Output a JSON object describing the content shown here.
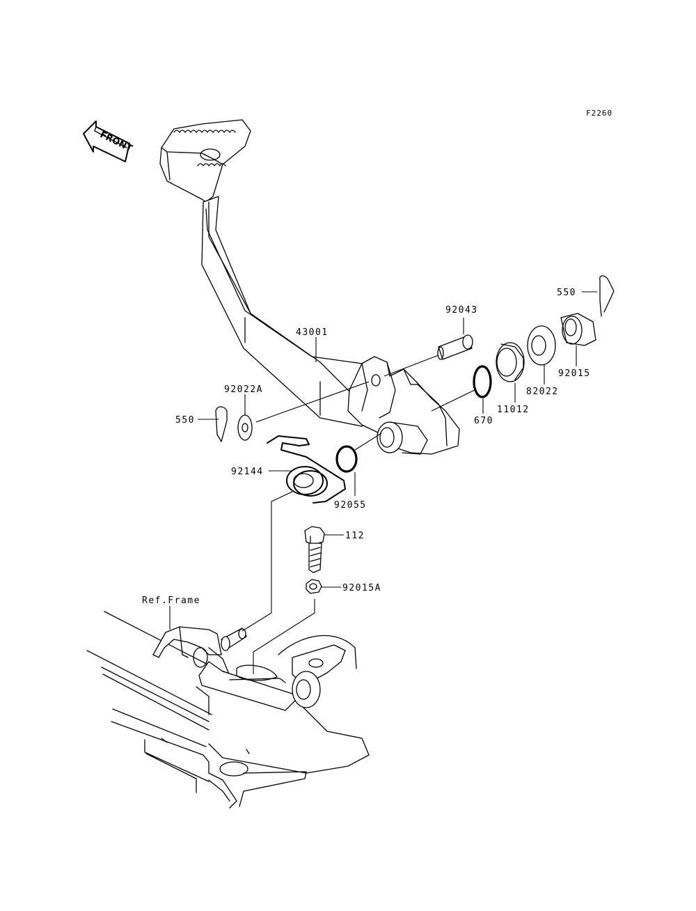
{
  "diagram_code": "F2260",
  "front_arrow_label": "FRONT",
  "labels": {
    "p43001": "43001",
    "p92043": "92043",
    "p550_right": "550",
    "p92015": "92015",
    "p82022": "82022",
    "p11012": "11012",
    "p670": "670",
    "p92022A": "92022A",
    "p550_left": "550",
    "p92144": "92144",
    "p92055": "92055",
    "p112": "112",
    "p92015A": "92015A",
    "ref_frame": "Ref.Frame"
  }
}
